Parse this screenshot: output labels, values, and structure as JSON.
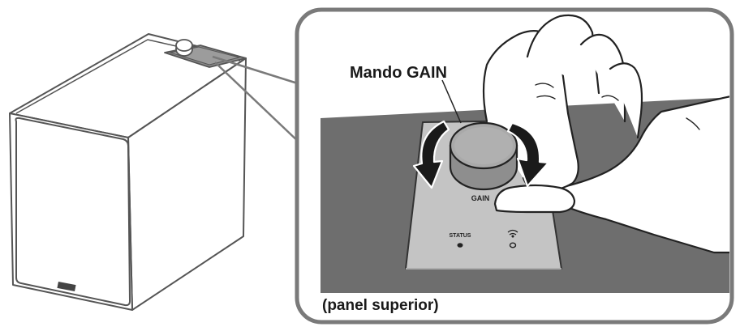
{
  "callout": {
    "knob_label": "Mando GAIN",
    "panel_caption": "(panel superior)"
  },
  "panel": {
    "gain_label": "GAIN",
    "status_label": "STATUS",
    "wireless_icon": "wifi-icon"
  },
  "colors": {
    "line": "#555555",
    "callout_border": "#7a7a7a",
    "surface_dark": "#6e6e6e",
    "plate": "#c4c4c4",
    "knob": "#a9a9a9",
    "arrow": "#1a1a1a"
  }
}
